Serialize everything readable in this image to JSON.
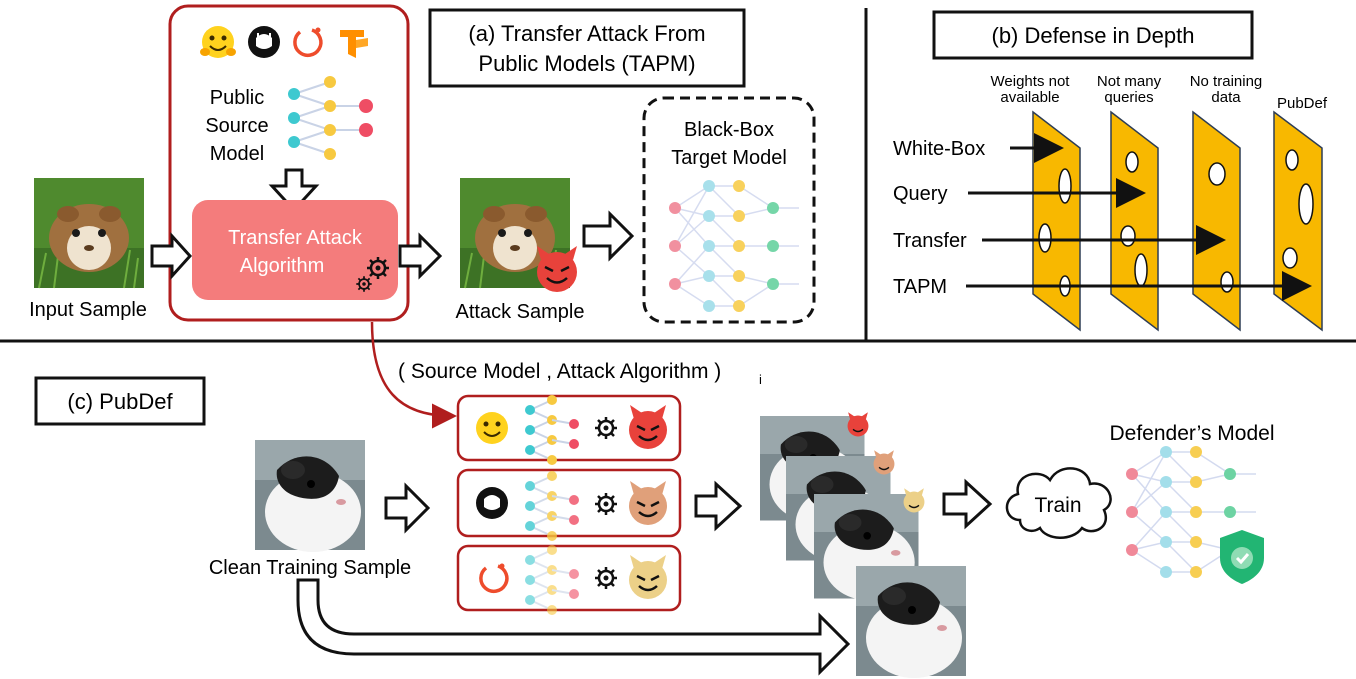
{
  "panel_a": {
    "title_line1": "(a) Transfer Attack From",
    "title_line2": "Public Models (TAPM)",
    "source_line1": "Public",
    "source_line2": "Source",
    "source_line3": "Model",
    "algo_line1": "Transfer Attack",
    "algo_line2": "Algorithm",
    "input_label": "Input Sample",
    "attack_label": "Attack Sample",
    "target_line1": "Black-Box",
    "target_line2": "Target Model"
  },
  "panel_b": {
    "title": "(b) Defense in Depth",
    "layers": [
      {
        "line1": "Weights not",
        "line2": "available"
      },
      {
        "line1": "Not many",
        "line2": "queries"
      },
      {
        "line1": "No training",
        "line2": "data"
      },
      {
        "line1": "PubDef",
        "line2": ""
      }
    ],
    "attacks": [
      "White-Box",
      "Query",
      "Transfer",
      "TAPM"
    ]
  },
  "panel_c": {
    "title": "(c) PubDef",
    "tuple_label": "( Source Model , Attack Algorithm )",
    "tuple_subscript": "i",
    "clean_label": "Clean Training Sample",
    "train_label": "Train",
    "defender_label": "Defender’s Model"
  },
  "colors": {
    "accent_red": "#b01e1e",
    "algo_fill": "#f47c7c",
    "swiss_cheese": "#f8b800",
    "node_teal": "#3ec9d0",
    "node_yellow": "#f7c940",
    "node_red": "#ef4d64",
    "shield_green": "#22b573"
  },
  "icons": [
    "hugging-face-icon",
    "github-icon",
    "pytorch-icon",
    "tensorflow-icon",
    "gear-icon",
    "devil-face-icon",
    "shield-check-icon",
    "guinea-pig-image"
  ]
}
